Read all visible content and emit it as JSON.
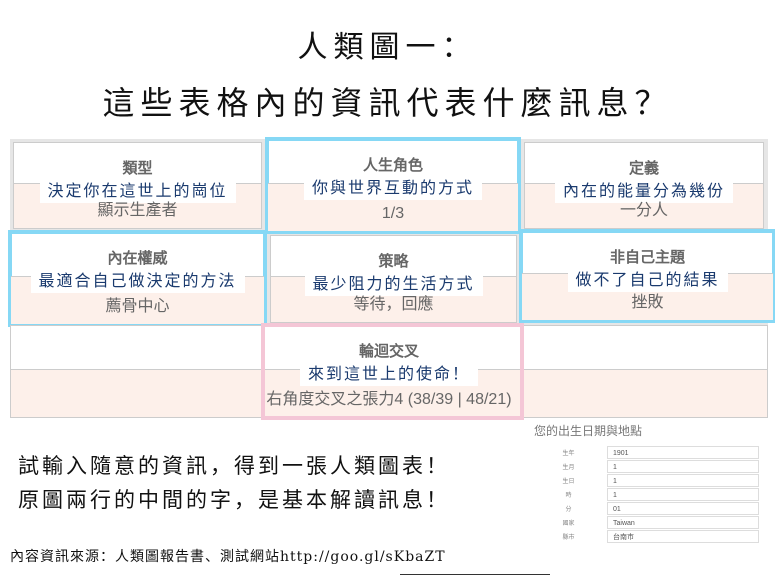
{
  "title": {
    "line1": "人類圖一：",
    "line2": "這些表格內的資訊代表什麼訊息？"
  },
  "grid": [
    {
      "label": "類型",
      "note": "決定你在這世上的崗位",
      "value": "顯示生產者",
      "highlight": "none"
    },
    {
      "label": "人生角色",
      "note": "你與世界互動的方式",
      "value": "1/3",
      "highlight": "blue"
    },
    {
      "label": "定義",
      "note": "內在的能量分為幾份",
      "value": "一分人",
      "highlight": "none"
    },
    {
      "label": "內在權威",
      "note": "最適合自己做決定的方法",
      "value": "薦骨中心",
      "highlight": "blue"
    },
    {
      "label": "策略",
      "note": "最少阻力的生活方式",
      "value": "等待，回應",
      "highlight": "none"
    },
    {
      "label": "非自己主題",
      "note": "做不了自己的結果",
      "value": "挫敗",
      "highlight": "blue"
    },
    {
      "label": "輪迴交叉",
      "note": "來到這世上的使命！",
      "value": "右角度交叉之張力4 (38/39 | 48/21)",
      "highlight": "pink"
    }
  ],
  "form": {
    "title": "您的出生日期與地點",
    "rows": [
      {
        "label": "生年",
        "value": "1901"
      },
      {
        "label": "生月",
        "value": "1"
      },
      {
        "label": "生日",
        "value": "1"
      },
      {
        "label": "時",
        "value": "1"
      },
      {
        "label": "分",
        "value": "01"
      },
      {
        "label": "國家",
        "value": "Taiwan"
      },
      {
        "label": "縣市",
        "value": "台南市"
      }
    ]
  },
  "bottom": {
    "line1": "試輸入隨意的資訊，得到一張人類圖表！",
    "line2": "原圖兩行的中間的字，是基本解讀訊息！",
    "source": "內容資訊來源：人類圖報告書、測試網站http://goo.gl/sKbaZT"
  },
  "colors": {
    "blue": "#86d8f5",
    "pink": "#f4c6d6"
  }
}
